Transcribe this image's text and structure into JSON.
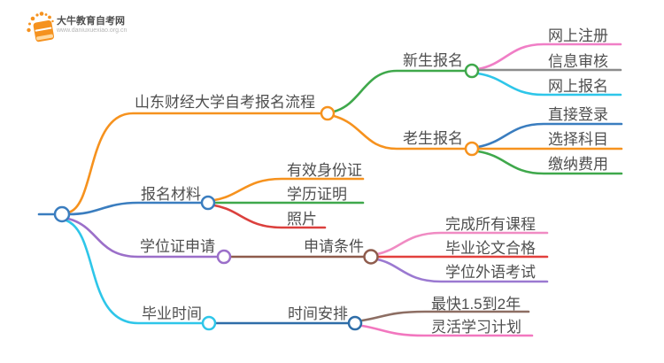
{
  "logo": {
    "name": "大牛教育自考网",
    "url": "www.daniuxuexiao.org.cn",
    "color": "#F5921F"
  },
  "mindmap": {
    "root_color": "#3A7DBF",
    "branches": [
      {
        "label": "山东财经大学自考报名流程",
        "color": "#F6921E",
        "children": [
          {
            "label": "新生报名",
            "color": "#3FA84B",
            "children": [
              {
                "label": "网上注册",
                "color": "#F07EC6"
              },
              {
                "label": "信息审核",
                "color": "#8C8C8C"
              },
              {
                "label": "网上报名",
                "color": "#2EC6E9"
              }
            ]
          },
          {
            "label": "老生报名",
            "color": "#F6921E",
            "children": [
              {
                "label": "直接登录",
                "color": "#3A7DBF"
              },
              {
                "label": "选择科目",
                "color": "#F6921E"
              },
              {
                "label": "缴纳费用",
                "color": "#3FA84B"
              }
            ]
          }
        ]
      },
      {
        "label": "报名材料",
        "color": "#3A7DBF",
        "children": [
          {
            "label": "有效身份证",
            "color": "#F6921E"
          },
          {
            "label": "学历证明",
            "color": "#3FA84B"
          },
          {
            "label": "照片",
            "color": "#DB403D"
          }
        ]
      },
      {
        "label": "学位证申请",
        "color": "#9B6FC9",
        "children": [
          {
            "label": "申请条件",
            "color": "#8E5B4C",
            "children": [
              {
                "label": "完成所有课程",
                "color": "#F08BC3"
              },
              {
                "label": "毕业论文合格",
                "color": "#E2403D"
              },
              {
                "label": "学位外语考试",
                "color": "#9B79D1"
              }
            ]
          }
        ]
      },
      {
        "label": "毕业时间",
        "color": "#2EC6E9",
        "children": [
          {
            "label": "时间安排",
            "color": "#2E6DA8",
            "children": [
              {
                "label": "最快1.5到2年",
                "color": "#8D6E63"
              },
              {
                "label": "灵活学习计划",
                "color": "#F277BF"
              }
            ]
          }
        ]
      }
    ]
  }
}
